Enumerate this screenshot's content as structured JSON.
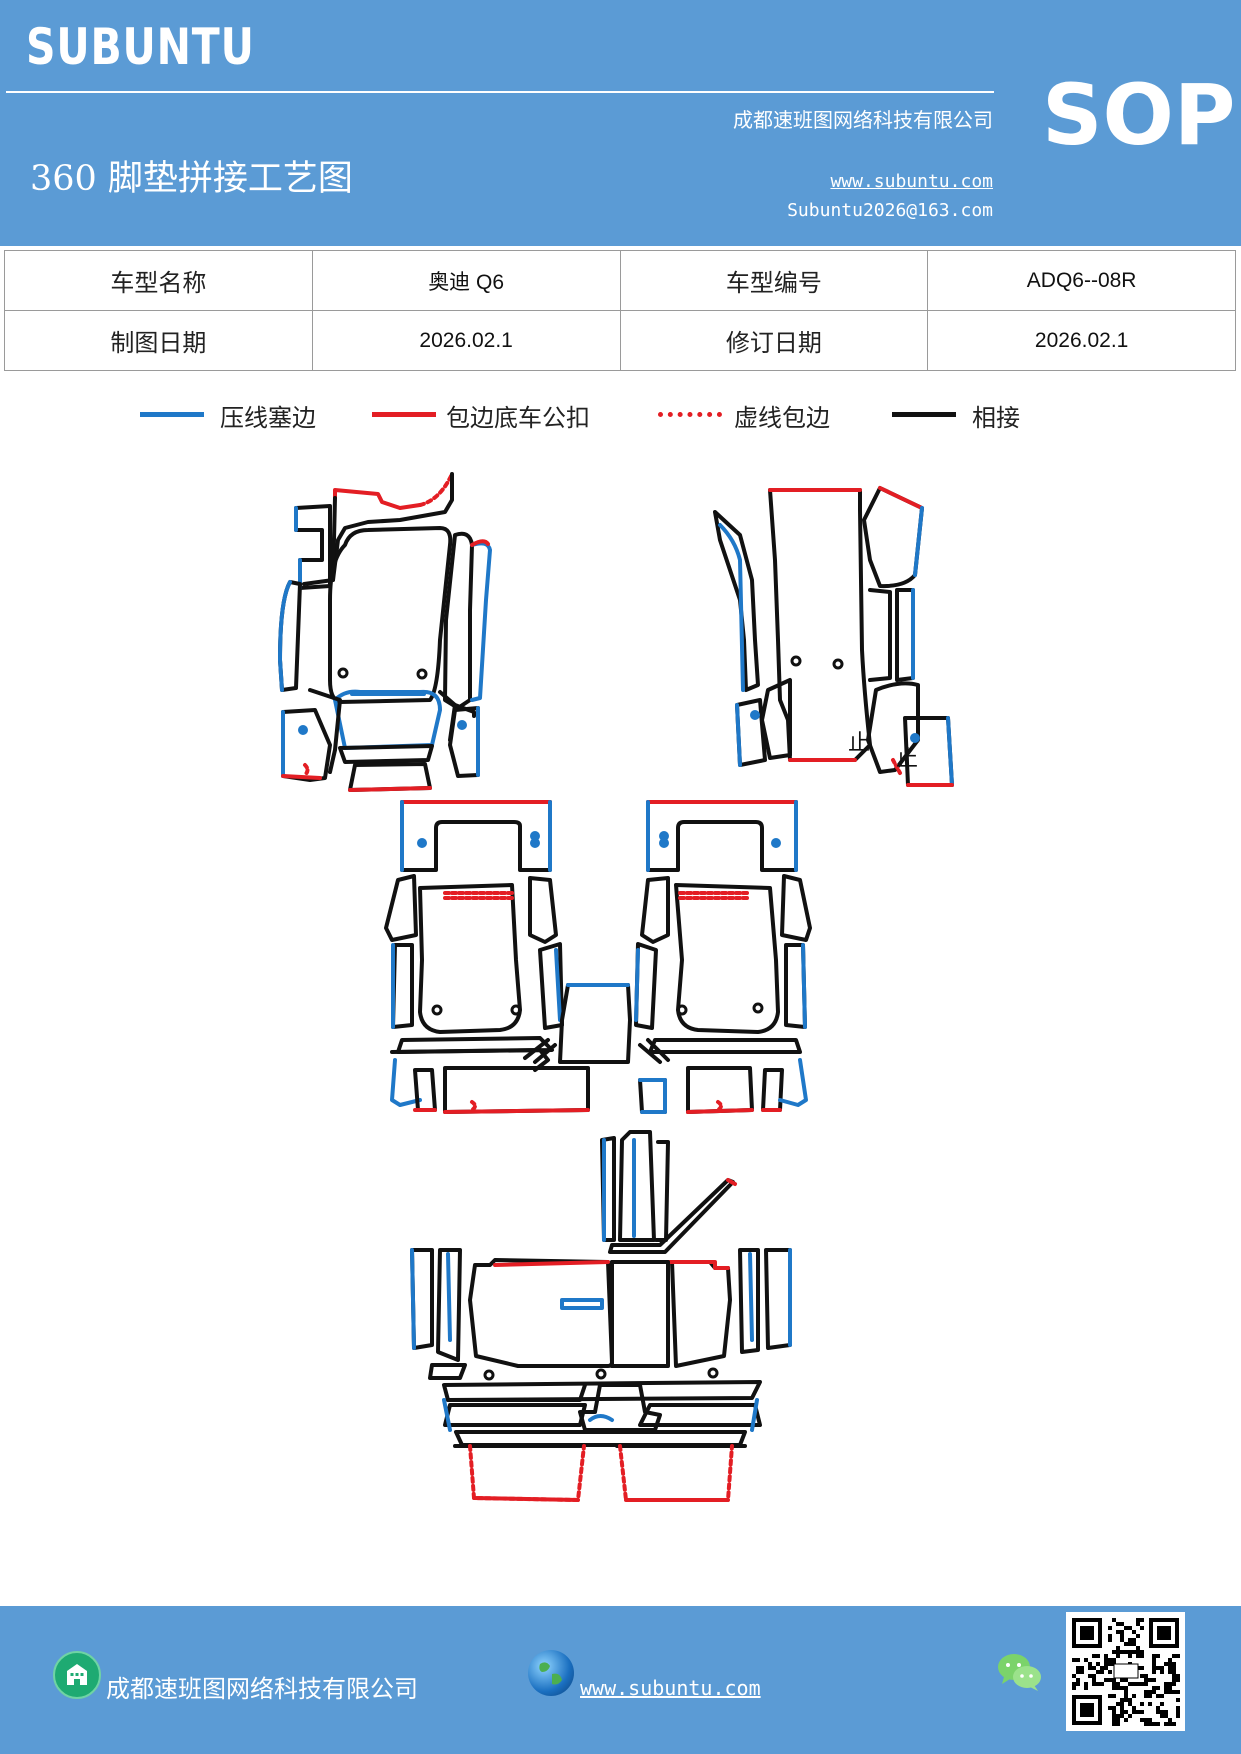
{
  "header": {
    "brand": "SUBUNTU",
    "company": "成都速班图网络科技有限公司",
    "title": "360 脚垫拼接工艺图",
    "website": "www.subuntu.com",
    "email": "Subuntu2026@163.com",
    "badge": "SOP"
  },
  "info_table": {
    "row1": {
      "label1": "车型名称",
      "value1": "奥迪 Q6",
      "label2": "车型编号",
      "value2": "ADQ6--08R"
    },
    "row2": {
      "label1": "制图日期",
      "value1": "2026.02.1",
      "label2": "修订日期",
      "value2": "2026.02.1"
    }
  },
  "legend": [
    {
      "label": "压线塞边",
      "color": "#1f78c8",
      "style": "solid"
    },
    {
      "label": "包边底车公扣",
      "color": "#e31e24",
      "style": "solid"
    },
    {
      "label": "虚线包边",
      "color": "#e31e24",
      "style": "dotted"
    },
    {
      "label": "相接",
      "color": "#111111",
      "style": "solid"
    }
  ],
  "drawing": {
    "marks": {
      "left": "止",
      "right": "止"
    }
  },
  "footer": {
    "company": "成都速班图网络科技有限公司",
    "website": "www.subuntu.com",
    "icons": [
      "building-icon",
      "globe-icon",
      "wechat-icon",
      "qr-code"
    ]
  }
}
